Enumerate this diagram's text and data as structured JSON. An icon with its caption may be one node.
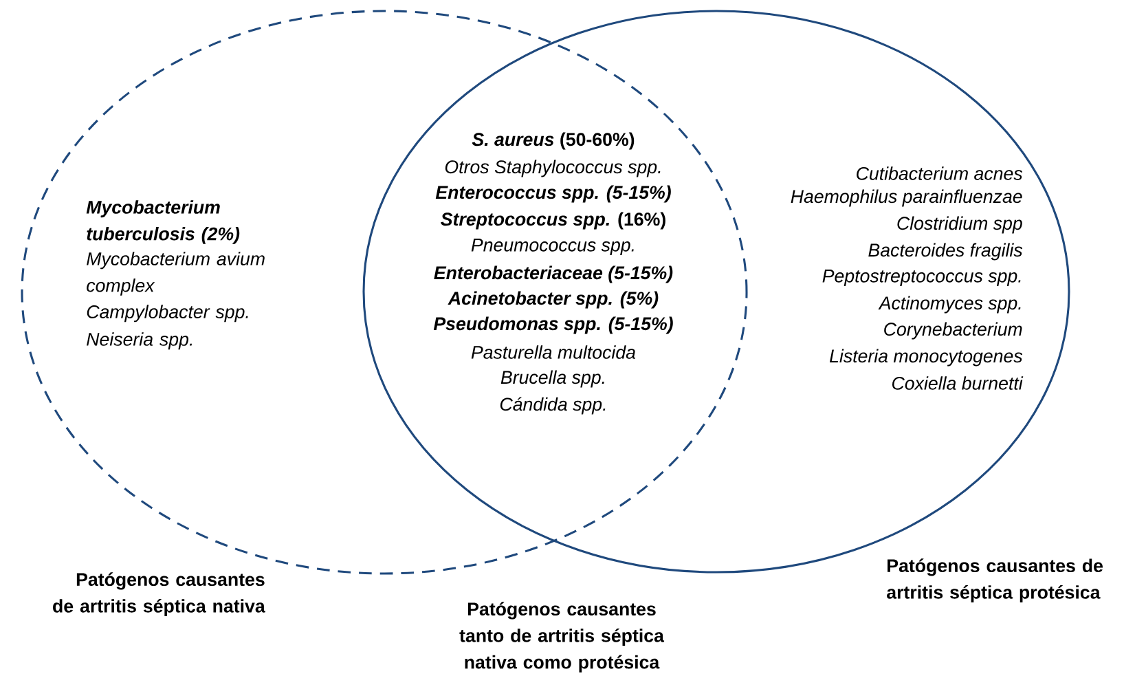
{
  "diagram": {
    "nodes": [
      {
        "text": [
          "Patógenos causantes de artritis séptica nativa"
        ]
      },
      {
        "text": [
          "Patógenos causantes de artritis séptica protésica"
        ]
      }
    ],
    "labels": [
      "Mycobacterium tuberculosis (2%)",
      "Mycobacterium avium complex",
      "Campylobacter spp.",
      "Neiseria spp.",
      "*S. aureus* (50-60%)",
      "Otros Staphylococcus spp.",
      "Enterococcus spp. (5-15%)",
      "*Streptococcus spp.* (16%)",
      "Pneumococcus spp.",
      "Enterobacteriaceae (5-15%)",
      "Acinetobacter spp. (5%)",
      "Pseudomonas spp. (5-15%)",
      "Pasturella multocida",
      "Brucella spp.",
      "Cándida spp.",
      "Cutibacterium acnes",
      "Haemophilus parainfluenzae",
      "Clostridium spp",
      "Bacteroides fragilis",
      "Peptostreptococcus spp.",
      "Actinomyces spp.",
      "Corynebacterium",
      "Listeria monocytogenes",
      "Coxiella burnetti",
      "Patógenos causantes tanto de artritis séptica nativa como protésica"
    ]
  }
}
